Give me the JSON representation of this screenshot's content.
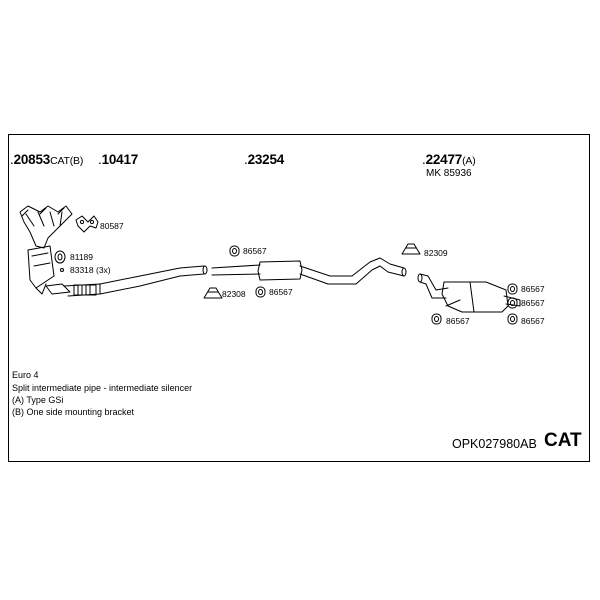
{
  "parts": {
    "manifold": {
      "number": "20853",
      "suffix": "CAT(B)"
    },
    "front_pipe": {
      "number": "10417"
    },
    "middle_silencer": {
      "number": "23254"
    },
    "rear_silencer": {
      "number": "22477",
      "suffix": "(A)",
      "sub": "MK 85936"
    }
  },
  "labels": {
    "gasket_80587": "80587",
    "ring_81189": "81189",
    "bolt_83318": "83318 (3x)",
    "rubber_86567_a": "86567",
    "clamp_82308": "82308",
    "rubber_86567_b": "86567",
    "clamp_82309": "82309",
    "rubber_86567_c": "86567",
    "rubber_86567_d": "86567",
    "rubber_86567_e": "86567",
    "rubber_86567_f": "86567"
  },
  "notes": [
    "Euro 4",
    "Split intermediate pipe - intermediate silencer",
    "(A) Type GSi",
    "(B) One side mounting bracket"
  ],
  "footer": {
    "code": "OPK027980AB",
    "badge": "CAT"
  }
}
